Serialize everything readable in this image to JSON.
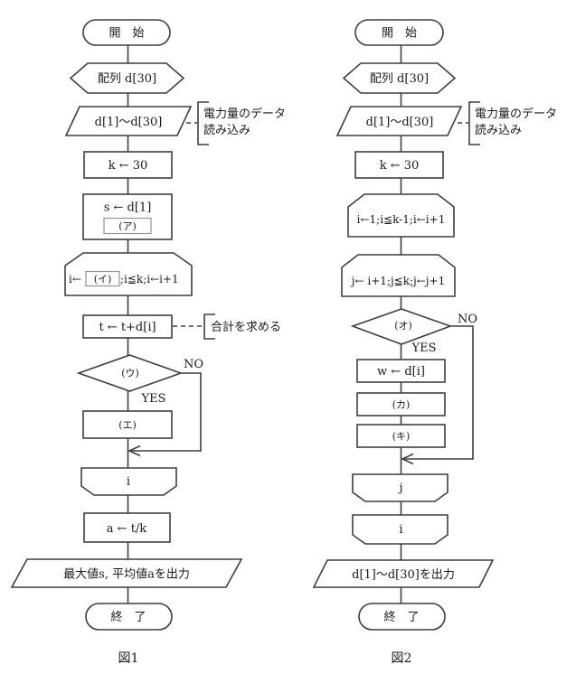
{
  "colors": {
    "line": "#3f3f3f",
    "text": "#1a1a1a",
    "background": "#ffffff",
    "blank_box_border": "#949494"
  },
  "figure1": {
    "caption": "図1",
    "start": "開　始",
    "prepare": "配列 d[30]",
    "input": "d[1]～d[30]",
    "input_note_line1": "電力量のデータ",
    "input_note_line2": "読み込み",
    "init_k": "k ← 30",
    "init_s": "s ← d[1]",
    "blank_a": "(ア)",
    "loop_prefix": "i←",
    "blank_i": "(イ)",
    "loop_suffix": ";i≦k;i←i+1",
    "sum": "t ← t+d[i]",
    "sum_note": "合計を求める",
    "decision": "(ウ)",
    "no_label": "NO",
    "yes_label": "YES",
    "blank_e": "(エ)",
    "loop_end_i": "i",
    "average": "a ← t/k",
    "output": "最大値s, 平均値aを出力",
    "end": "終　了"
  },
  "figure2": {
    "caption": "図2",
    "start": "開　始",
    "prepare": "配列 d[30]",
    "input": "d[1]～d[30]",
    "input_note_line1": "電力量のデータ",
    "input_note_line2": "読み込み",
    "init_k": "k ← 30",
    "loop_i": "i←1;i≦k-1;i←i+1",
    "loop_j": "j← i+1;j≦k;j←j+1",
    "decision": "(オ)",
    "no_label": "NO",
    "yes_label": "YES",
    "assign_w": "w ← d[i]",
    "blank_f": "(カ)",
    "blank_g": "(キ)",
    "loop_end_j": "j",
    "loop_end_i": "i",
    "output": "d[1]～d[30]を出力",
    "end": "終　了"
  }
}
